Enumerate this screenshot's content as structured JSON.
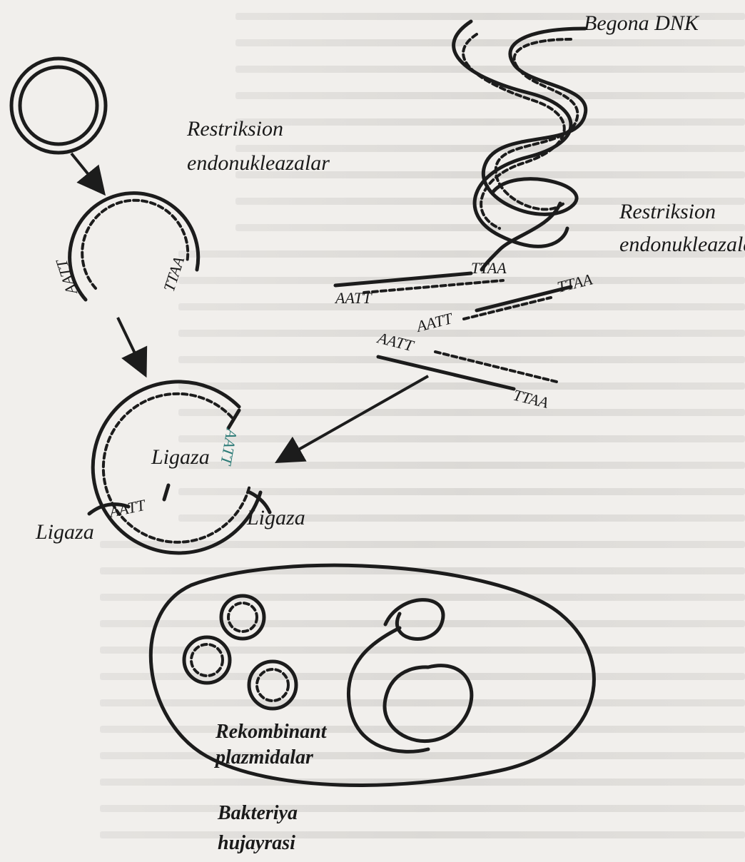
{
  "labels": {
    "foreign_dna": "Begona DNK",
    "restriction_left_1": "Restriksion",
    "restriction_left_2": "endonukleazalar",
    "restriction_right_1": "Restriksion",
    "restriction_right_2": "endonukleazalar",
    "ligase_center": "Ligaza",
    "ligase_left": "Ligaza",
    "ligase_right": "Ligaza",
    "recombinant_1": "Rekombinant",
    "recombinant_2": "plazmidalar",
    "bacterium_1": "Bakteriya",
    "bacterium_2": "hujayrasi"
  },
  "sequences": {
    "plasmid_end_left": "AATT",
    "plasmid_end_right": "TTAA",
    "frag1_top": "TTAA",
    "frag1_bottom": "AATT",
    "frag2_top": "TTAA",
    "frag2_bottom": "AATT",
    "frag3_top": "AATT",
    "frag3_bottom": "TTAA",
    "joined_left": "AATT",
    "joined_right": "AATT"
  }
}
